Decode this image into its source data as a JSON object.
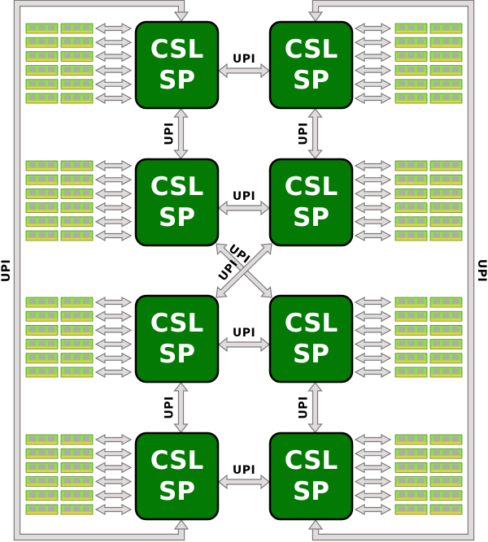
{
  "diagram": {
    "title": "8-socket Intel Cascade Lake SP topology",
    "colors": {
      "cpu_fill": "#037a03",
      "cpu_stroke": "#000000",
      "cpu_text": "#ffffff",
      "link_fill": "#e0dcdc",
      "link_stroke": "#7a7a7a",
      "dimm_fill": "#8ee04a",
      "dimm_chip": "#b0aaaa",
      "dimm_edge": "#e8d040",
      "dimm_stroke": "#5a8a2a",
      "label_text": "#000000"
    },
    "cpu_label_line1": "CSL",
    "cpu_label_line2": "SP",
    "link_label": "UPI",
    "sockets": [
      {
        "id": "cpu-1",
        "row": 1,
        "col": "left"
      },
      {
        "id": "cpu-2",
        "row": 1,
        "col": "right"
      },
      {
        "id": "cpu-3",
        "row": 2,
        "col": "left"
      },
      {
        "id": "cpu-4",
        "row": 2,
        "col": "right"
      },
      {
        "id": "cpu-5",
        "row": 3,
        "col": "left"
      },
      {
        "id": "cpu-6",
        "row": 3,
        "col": "right"
      },
      {
        "id": "cpu-7",
        "row": 4,
        "col": "left"
      },
      {
        "id": "cpu-8",
        "row": 4,
        "col": "right"
      }
    ],
    "memory_channels_per_socket": 6,
    "dimms_per_channel": 2,
    "links": [
      {
        "from": "cpu-1",
        "to": "cpu-2",
        "label": "UPI",
        "orientation": "horizontal"
      },
      {
        "from": "cpu-3",
        "to": "cpu-4",
        "label": "UPI",
        "orientation": "horizontal"
      },
      {
        "from": "cpu-5",
        "to": "cpu-6",
        "label": "UPI",
        "orientation": "horizontal"
      },
      {
        "from": "cpu-7",
        "to": "cpu-8",
        "label": "UPI",
        "orientation": "horizontal"
      },
      {
        "from": "cpu-1",
        "to": "cpu-3",
        "label": "UPI",
        "orientation": "vertical"
      },
      {
        "from": "cpu-2",
        "to": "cpu-4",
        "label": "UPI",
        "orientation": "vertical"
      },
      {
        "from": "cpu-5",
        "to": "cpu-7",
        "label": "UPI",
        "orientation": "vertical"
      },
      {
        "from": "cpu-6",
        "to": "cpu-8",
        "label": "UPI",
        "orientation": "vertical"
      },
      {
        "from": "cpu-3",
        "to": "cpu-6",
        "label": "UPI",
        "orientation": "diagonal"
      },
      {
        "from": "cpu-4",
        "to": "cpu-5",
        "label": "UPI",
        "orientation": "diagonal"
      },
      {
        "from": "cpu-1",
        "to": "cpu-7",
        "label": "UPI",
        "orientation": "wrap-left"
      },
      {
        "from": "cpu-2",
        "to": "cpu-8",
        "label": "UPI",
        "orientation": "wrap-right"
      }
    ]
  }
}
